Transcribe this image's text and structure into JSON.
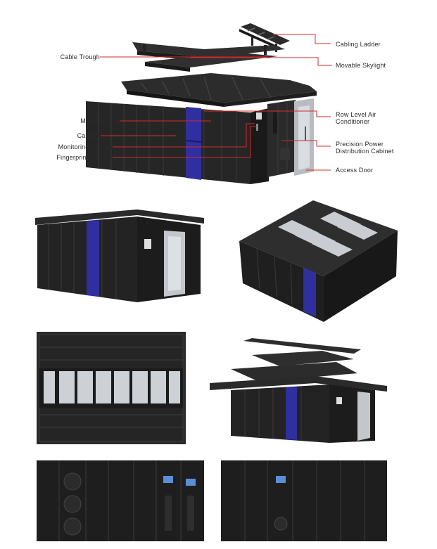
{
  "colors": {
    "leader": "#d42a2a",
    "cabinet": "#262626",
    "cabinet_dark": "#151515",
    "ups_blue": "#2f2fa0",
    "roof": "#2b2b2b",
    "glass": "#c9cdd2"
  },
  "callouts": {
    "left": [
      {
        "label": "Cable Trough"
      },
      {
        "label": "Modular UPS"
      },
      {
        "label": "Cabinet"
      },
      {
        "label": "Monitoring Screen"
      },
      {
        "label": "Fingerprint Reader"
      }
    ],
    "right": [
      {
        "label": "Cabling Ladder"
      },
      {
        "label": "Movable Skylight"
      },
      {
        "label": "Row Level Air Conditioner",
        "line1": "Row Level Air",
        "line2": "Conditioner"
      },
      {
        "label": "Precision Power Distribution Cabinet",
        "line1": "Precision Power",
        "line2": "Distribution Cabinet"
      },
      {
        "label": "Access Door"
      }
    ]
  },
  "views": [
    {
      "name": "exploded-view"
    },
    {
      "name": "closed-module-perspective"
    },
    {
      "name": "top-perspective"
    },
    {
      "name": "top-plan"
    },
    {
      "name": "exploded-view-small"
    },
    {
      "name": "front-elevation-left"
    },
    {
      "name": "front-elevation-right"
    }
  ]
}
